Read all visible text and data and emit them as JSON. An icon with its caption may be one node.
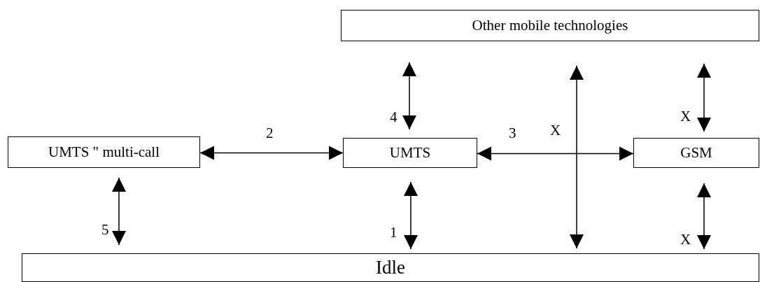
{
  "diagram": {
    "nodes": [
      {
        "text": [
          "Other mobile technologies"
        ]
      },
      {
        "text": [
          "UMTS \" multi-call"
        ]
      },
      {
        "text": [
          "UMTS"
        ]
      },
      {
        "text": [
          "GSM"
        ]
      },
      {
        "text": [
          "Idle"
        ]
      }
    ],
    "edges": [
      {
        "from": 1,
        "to": 2,
        "arrow": "both",
        "label": "2"
      },
      {
        "from": 2,
        "to": 3,
        "arrow": "both",
        "label": "3"
      },
      {
        "from": 0,
        "to": 2,
        "arrow": "both",
        "label": "4"
      },
      {
        "from": 0,
        "to": 4,
        "arrow": "both",
        "label": "X"
      },
      {
        "from": 0,
        "to": 3,
        "arrow": "both",
        "label": "X"
      },
      {
        "from": 1,
        "to": 4,
        "arrow": "both",
        "label": "5"
      },
      {
        "from": 2,
        "to": 4,
        "arrow": "both",
        "label": "1"
      },
      {
        "from": 3,
        "to": 4,
        "arrow": "both",
        "label": "X"
      }
    ]
  }
}
